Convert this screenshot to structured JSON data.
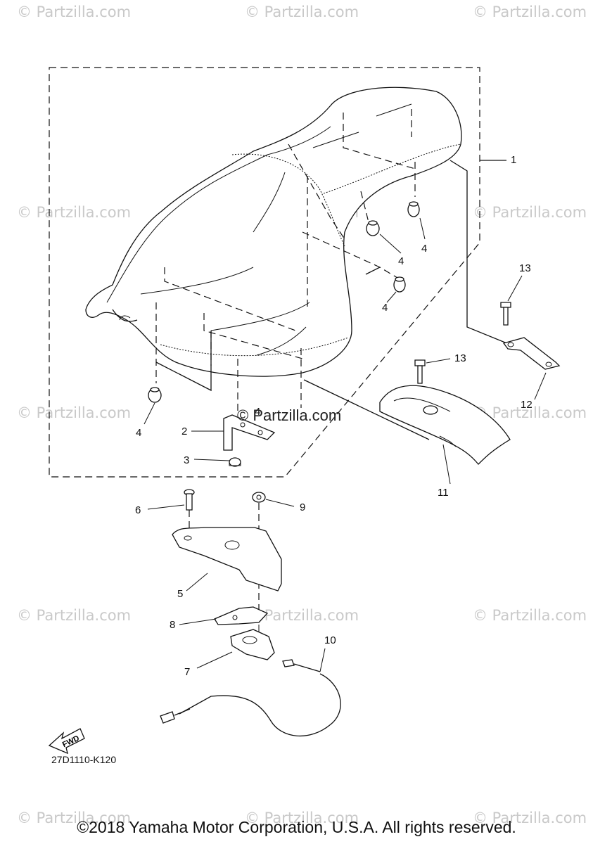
{
  "watermark": "© Partzilla.com",
  "center_watermark": "© Partzilla.com",
  "callouts": [
    "1",
    "2",
    "3",
    "4",
    "4",
    "4",
    "4",
    "4",
    "5",
    "6",
    "7",
    "8",
    "9",
    "10",
    "11",
    "12",
    "13",
    "13"
  ],
  "fwd_label": "FWD",
  "diagram_code": "27D1110-K120",
  "copyright": "©2018 Yamaha Motor Corporation, U.S.A. All rights reserved."
}
